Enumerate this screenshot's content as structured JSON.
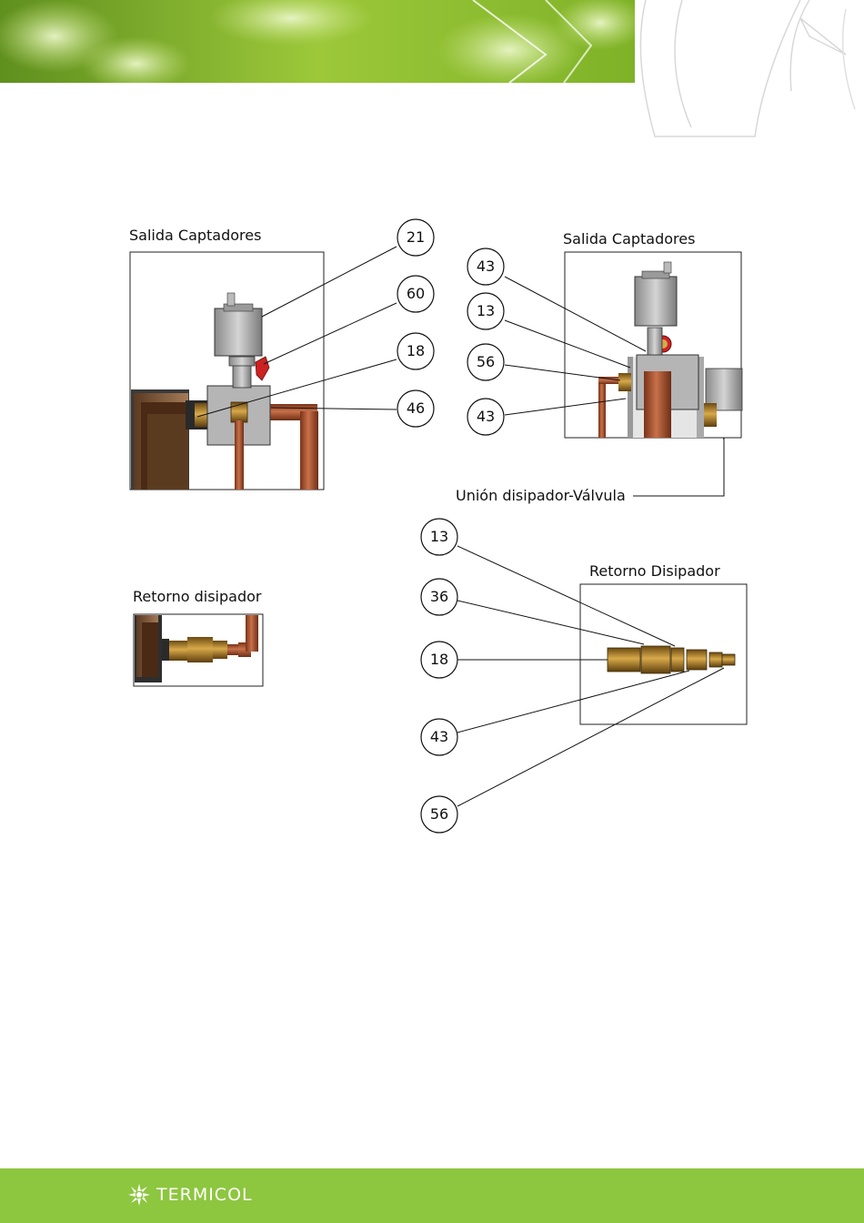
{
  "footer": {
    "brand": "TERMICOL"
  },
  "views": {
    "salida_left": {
      "caption": "Salida Captadores"
    },
    "salida_right": {
      "caption": "Salida Captadores"
    },
    "retorno_left": {
      "caption": "Retorno disipador"
    },
    "retorno_right": {
      "caption": "Retorno Disipador"
    }
  },
  "callouts_salida_left": [
    "21",
    "60",
    "18",
    "46"
  ],
  "callouts_salida_right": [
    "43",
    "13",
    "56",
    "43"
  ],
  "callouts_retorno_right": [
    "13",
    "36",
    "18",
    "43",
    "56"
  ],
  "union_label": "Unión disipador-Válvula",
  "colors": {
    "accent_green": "#8dc63f",
    "copper": "#b55a33",
    "brass": "#c9963a",
    "valve_red": "#cc2222"
  }
}
